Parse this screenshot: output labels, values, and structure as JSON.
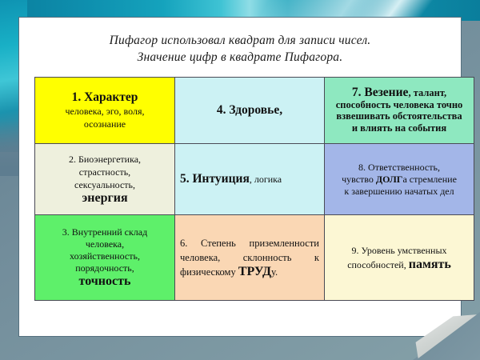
{
  "slide": {
    "title": {
      "line1": "Пифагор использовал квадрат для записи чисел.",
      "line2": "Значение цифр в квадрате Пифагора."
    }
  },
  "colors": {
    "teal_band": "#15a3bd",
    "frame": "#6b8494",
    "page": "#ffffff",
    "border": "#4a4a55",
    "cell1": "#ffff00",
    "cell2": "#eef0dd",
    "cell3": "#5ef06a",
    "cell4": "#ccf2f4",
    "cell5": "#ccf2f4",
    "cell6": "#fad7b4",
    "cell7": "#8ee8c0",
    "cell8": "#a3b6e8",
    "cell9": "#fcf7d4"
  },
  "table": {
    "cells": [
      {
        "number": "1.",
        "heading": "1. Характер",
        "lines": [
          "человека, эго, воля,",
          "осознание"
        ],
        "bg": "#ffff00"
      },
      {
        "number": "4.",
        "heading": "4. Здоровье,",
        "lines": [],
        "bg": "#ccf2f4"
      },
      {
        "number": "7.",
        "heading": "7. Везение",
        "tail": ", талант,",
        "lines": [
          "способность человека точно",
          "взвешивать обстоятельства",
          "и влиять на события"
        ],
        "bg": "#8ee8c0"
      },
      {
        "number": "2.",
        "lines": [
          "2. Биоэнергетика,",
          "страстность,",
          "сексуальность,"
        ],
        "emphasis": "энергия",
        "bg": "#eef0dd"
      },
      {
        "number": "5.",
        "heading": "5. Интуиция",
        "tail": ", логика",
        "lines": [],
        "bg": "#ccf2f4"
      },
      {
        "number": "8.",
        "line1": "8. Ответственность,",
        "line2_pre": "чувство ",
        "line2_bold": "ДОЛГ",
        "line2_post": "а стремление",
        "line3": "к завершению начатых дел",
        "bg": "#a3b6e8"
      },
      {
        "number": "3.",
        "lines": [
          "3. Внутренний склад",
          "человека,",
          "хозяйственность,",
          "порядочность,"
        ],
        "emphasis": "точность",
        "bg": "#5ef06a"
      },
      {
        "number": "6.",
        "text_pre": "6.          Степень приземленности человека, склонность к физическому ",
        "text_bold": "ТРУД",
        "text_post": "у.",
        "bg": "#fad7b4"
      },
      {
        "number": "9.",
        "line1": "9. Уровень умственных",
        "line2_pre": "способностей, ",
        "line2_bold": "память",
        "bg": "#fcf7d4"
      }
    ]
  }
}
